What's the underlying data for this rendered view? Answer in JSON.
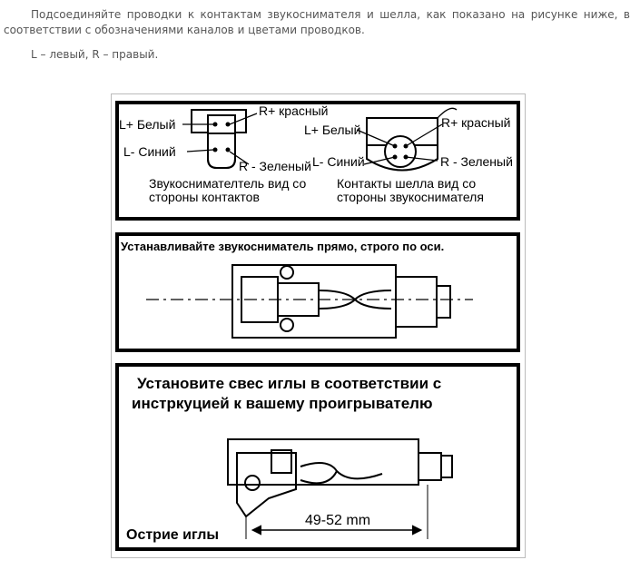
{
  "intro": {
    "paragraph1": "Подсоединяйте проводки к контактам звукоснимателя и шелла, как показано на рисунке ниже, в соответствии с обозначениями каналов и цветами проводков.",
    "paragraph2": "L – левый, R – правый."
  },
  "figure": {
    "panel1": {
      "left": {
        "l_plus": "L+ Белый",
        "r_plus": "R+ красный",
        "l_minus": "L- Синий",
        "r_minus": "R - Зеленый",
        "caption1": "Звукоснимателтель вид со",
        "caption2": "стороны контактов"
      },
      "right": {
        "l_plus": "L+ Белый",
        "r_plus": "R+ красный",
        "l_minus": "L- Синий",
        "r_minus": "R - Зеленый",
        "caption1": "Контакты шелла вид со",
        "caption2": "стороны звукоснимателя"
      }
    },
    "panel2": {
      "title": "Устанавливайте звукосниматель прямо, строго по оси."
    },
    "panel3": {
      "title1": "Установите свес иглы в соответствии с",
      "title2": "инстркуцией к вашему проигрывателю",
      "stylus_label": "Острие иглы",
      "dimension": "49-52 mm"
    }
  }
}
